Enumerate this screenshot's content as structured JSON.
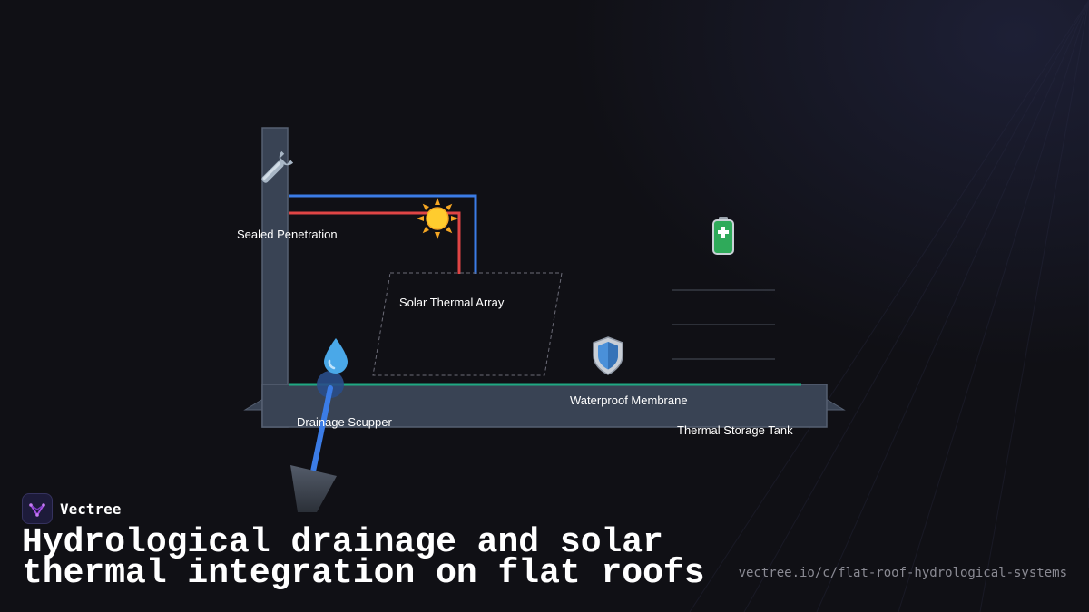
{
  "diagram": {
    "labels": {
      "sealed_penetration": "Sealed Penetration",
      "solar_thermal_array": "Solar Thermal Array",
      "drainage_scupper": "Drainage Scupper",
      "waterproof_membrane": "Waterproof Membrane",
      "thermal_storage_tank": "Thermal Storage Tank"
    },
    "icons": {
      "sealed_penetration": "wrench-icon",
      "solar_thermal_array": "sun-icon",
      "drainage_scupper": "droplet-icon",
      "waterproof_membrane": "shield-icon",
      "thermal_storage_tank": "battery-icon"
    },
    "colors": {
      "structure": "#394354",
      "structure_edge": "#566072",
      "cold_line": "#3b7ce6",
      "hot_line": "#e04545",
      "membrane": "#1fa882",
      "drain": "#3b7ce6"
    }
  },
  "brand": {
    "name": "Vectree"
  },
  "headline": "Hydrological drainage and solar thermal integration on flat roofs",
  "url": "vectree.io/c/flat-roof-hydrological-systems"
}
